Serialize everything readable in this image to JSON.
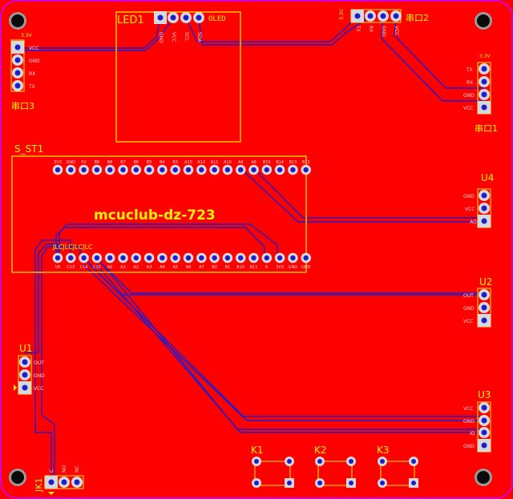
{
  "colors": {
    "board": "#ff0000",
    "silk": "#f2f200",
    "trace": "#1e1ed0",
    "pad_ring": "#d8d8d8",
    "hole": "#0a0a0a",
    "hole_ring": "#9a9a9a"
  },
  "labels": {
    "led1": "LED1",
    "led1_name": "OLED",
    "port2": "串口2",
    "port2_rating": "3.3V",
    "port3": "串口3",
    "port3_rating": "3.3V",
    "port1": "串口1",
    "port1_rating": "3.3V",
    "s_st1": "S_ST1",
    "slogan": "mcuclub-dz-723",
    "jlc": "JLCJLCJLCJLC",
    "u4": "U4",
    "u2": "U2",
    "u1": "U1",
    "u3": "U3",
    "k1": "K1",
    "k2": "K2",
    "k3": "K3",
    "jk1": "JK1"
  },
  "pin_labels": {
    "led1": [
      "GND",
      "VCC",
      "SCL",
      "SDA"
    ],
    "port2": [
      "TX",
      "RX",
      "GND",
      "VCC"
    ],
    "port3": [
      "VCC",
      "GND",
      "RX",
      "TX"
    ],
    "port1": [
      "TX",
      "RX",
      "GND",
      "VCC"
    ],
    "u4": [
      "GND",
      "VCC",
      "AO"
    ],
    "u2": [
      "OUT",
      "GND",
      "VCC"
    ],
    "u1": [
      "OUT",
      "GND",
      "VCC"
    ],
    "u3": [
      "VCC",
      "GND",
      "IO",
      "GND"
    ],
    "jk1": [
      "C",
      "NO",
      "NC"
    ]
  },
  "header_top_labels": [
    "3V3",
    "GND",
    "5V",
    "B9",
    "B8",
    "B7",
    "B6",
    "B5",
    "B4",
    "B3",
    "A15",
    "A12",
    "A11",
    "A10",
    "A9",
    "A8",
    "B15",
    "B14",
    "B13",
    "B12"
  ],
  "header_bottom_labels": [
    "VB",
    "C13",
    "C14",
    "C15",
    "A0",
    "A1",
    "A2",
    "A3",
    "A4",
    "A5",
    "A6",
    "A7",
    "B0",
    "B1",
    "B10",
    "B11",
    "R",
    "3V3",
    "GND",
    "GND"
  ]
}
